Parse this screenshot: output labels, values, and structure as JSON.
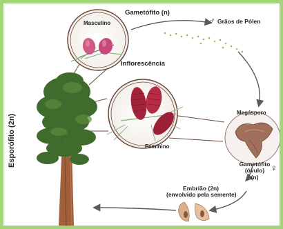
{
  "labels": {
    "gametofito_n": "Gametófito (n)",
    "male_symbol": "♂",
    "graos_de_polen": "Grãos de Pólen",
    "masculino": "Masculino",
    "inflorescencia": "Inflorescência",
    "feminino": "Feminino",
    "megasporo": "Megásporo",
    "gametofito_ovulo_line1": "Gametófito",
    "gametofito_ovulo_line2": "(óvulo)",
    "gametofito_ovulo_line3": "(n)",
    "female_symbol": "♀",
    "embriao_line1": "Embrião (2n)",
    "embriao_line2": "(envolvido pela semente)",
    "esporofito": "Esporófito (2n)"
  },
  "colors": {
    "frame": "#a4d57a",
    "arrow": "#5a5a5a",
    "circle_border": "#6b4a3a",
    "cone_red": "#a3243a",
    "male_cone": "#d05a86",
    "trunk": "#a0603c",
    "foliage": "#3f6b2c",
    "pollen": "#b9ad5a",
    "seed": "#d9b08f"
  }
}
